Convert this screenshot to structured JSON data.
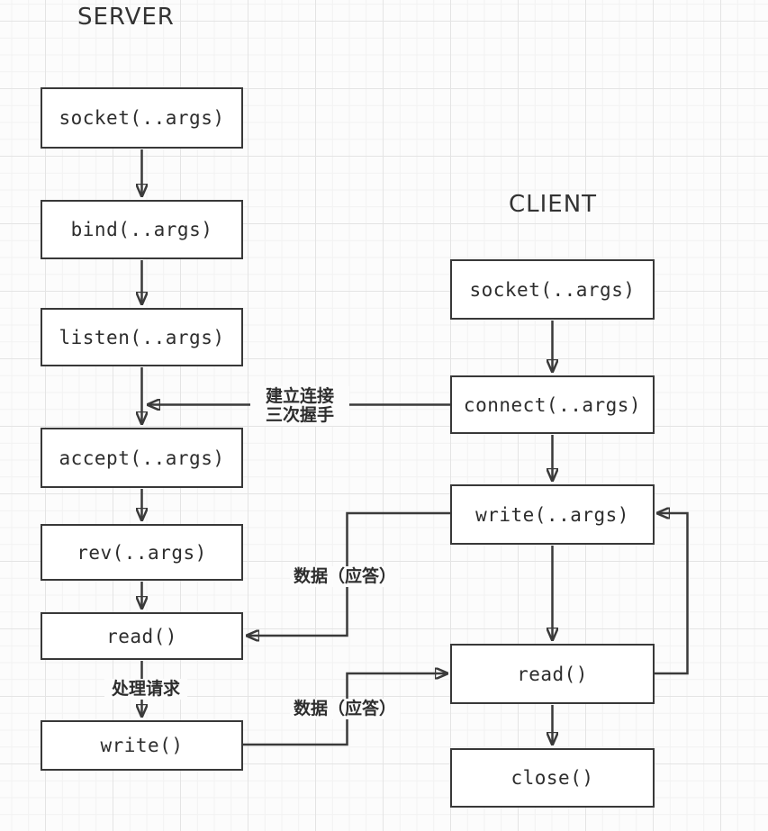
{
  "server": {
    "title": "SERVER",
    "boxes": [
      {
        "label": "socket(..args)"
      },
      {
        "label": "bind(..args)"
      },
      {
        "label": "listen(..args)"
      },
      {
        "label": "accept(..args)"
      },
      {
        "label": "rev(..args)"
      },
      {
        "label": "read()"
      },
      {
        "label": "write()"
      }
    ]
  },
  "client": {
    "title": "CLIENT",
    "boxes": [
      {
        "label": "socket(..args)"
      },
      {
        "label": "connect(..args)"
      },
      {
        "label": "write(..args)"
      },
      {
        "label": "read()"
      },
      {
        "label": "close()"
      }
    ]
  },
  "edge_labels": {
    "establish_connection": "建立连接",
    "three_way_handshake": "三次握手",
    "data_reply_top": "数据（应答）",
    "process_request": "处理请求",
    "data_reply_bottom": "数据（应答）"
  },
  "colors": {
    "stroke": "#3a3a3a",
    "box_border": "#383838",
    "box_fill": "#ffffff",
    "text": "#2d2d2d",
    "background": "#fcfcfc",
    "grid_minor": "#f2f2f2",
    "grid_major": "#e4e4e4"
  }
}
